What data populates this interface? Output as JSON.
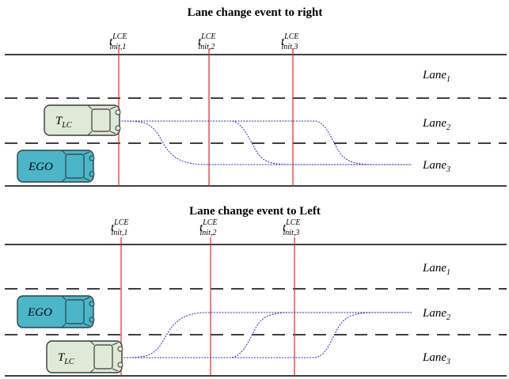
{
  "panels": [
    {
      "title": "Lane change event to right",
      "init_markers": [
        {
          "base": "t",
          "sup": "LCE",
          "sub": "init,1"
        },
        {
          "base": "t",
          "sup": "LCE",
          "sub": "init,2"
        },
        {
          "base": "t",
          "sup": "LCE",
          "sub": "init,3"
        }
      ],
      "lanes": [
        {
          "base": "Lane",
          "sub": "1"
        },
        {
          "base": "Lane",
          "sub": "2"
        },
        {
          "base": "Lane",
          "sub": "3"
        }
      ],
      "vehicles": {
        "lane_changer": {
          "base": "T",
          "sub": "LC",
          "lane": 2
        },
        "ego": {
          "text": "EGO",
          "lane": 3
        }
      },
      "trajectory": {
        "from_lane": 2,
        "to_lane": 3
      }
    },
    {
      "title": "Lane change event to Left",
      "init_markers": [
        {
          "base": "t",
          "sup": "LCE",
          "sub": "init,1"
        },
        {
          "base": "t",
          "sup": "LCE",
          "sub": "init,2"
        },
        {
          "base": "t",
          "sup": "LCE",
          "sub": "init,3"
        }
      ],
      "lanes": [
        {
          "base": "Lane",
          "sub": "1"
        },
        {
          "base": "Lane",
          "sub": "2"
        },
        {
          "base": "Lane",
          "sub": "3"
        }
      ],
      "vehicles": {
        "lane_changer": {
          "base": "T",
          "sub": "LC",
          "lane": 3
        },
        "ego": {
          "text": "EGO",
          "lane": 2
        }
      },
      "trajectory": {
        "from_lane": 3,
        "to_lane": 2
      }
    }
  ],
  "colors": {
    "road_line": "#000000",
    "init_line": "#e8232a",
    "trajectory": "#2b2bd6",
    "tlc_body": "#dfe9d6",
    "tlc_stroke": "#3a3a3a",
    "ego_body": "#4bb6c8",
    "ego_stroke": "#2f3d45"
  }
}
